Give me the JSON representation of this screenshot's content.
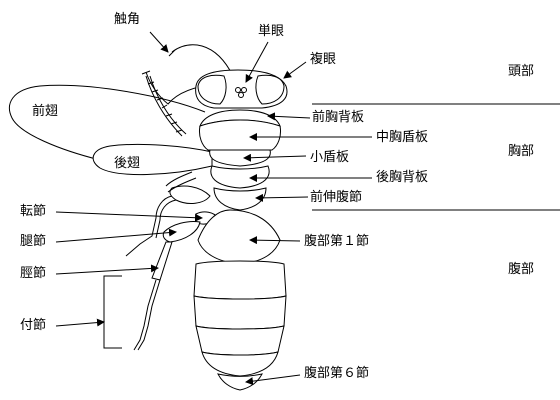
{
  "labels": {
    "antenna": "触角",
    "ocellus": "単眼",
    "compound_eye": "複眼",
    "forewing": "前翅",
    "hindwing": "後翅",
    "pronotum": "前胸背板",
    "mesoscutum": "中胸盾板",
    "scutellum": "小盾板",
    "postnotum": "後胸背板",
    "propodeum": "前伸腹節",
    "trochanter": "転節",
    "femur": "腿節",
    "tibia": "脛節",
    "tarsus": "付節",
    "abdomen_seg1": "腹部第１節",
    "abdomen_seg6": "腹部第６節"
  },
  "regions": {
    "head": "頭部",
    "thorax": "胸部",
    "abdomen": "腹部"
  }
}
